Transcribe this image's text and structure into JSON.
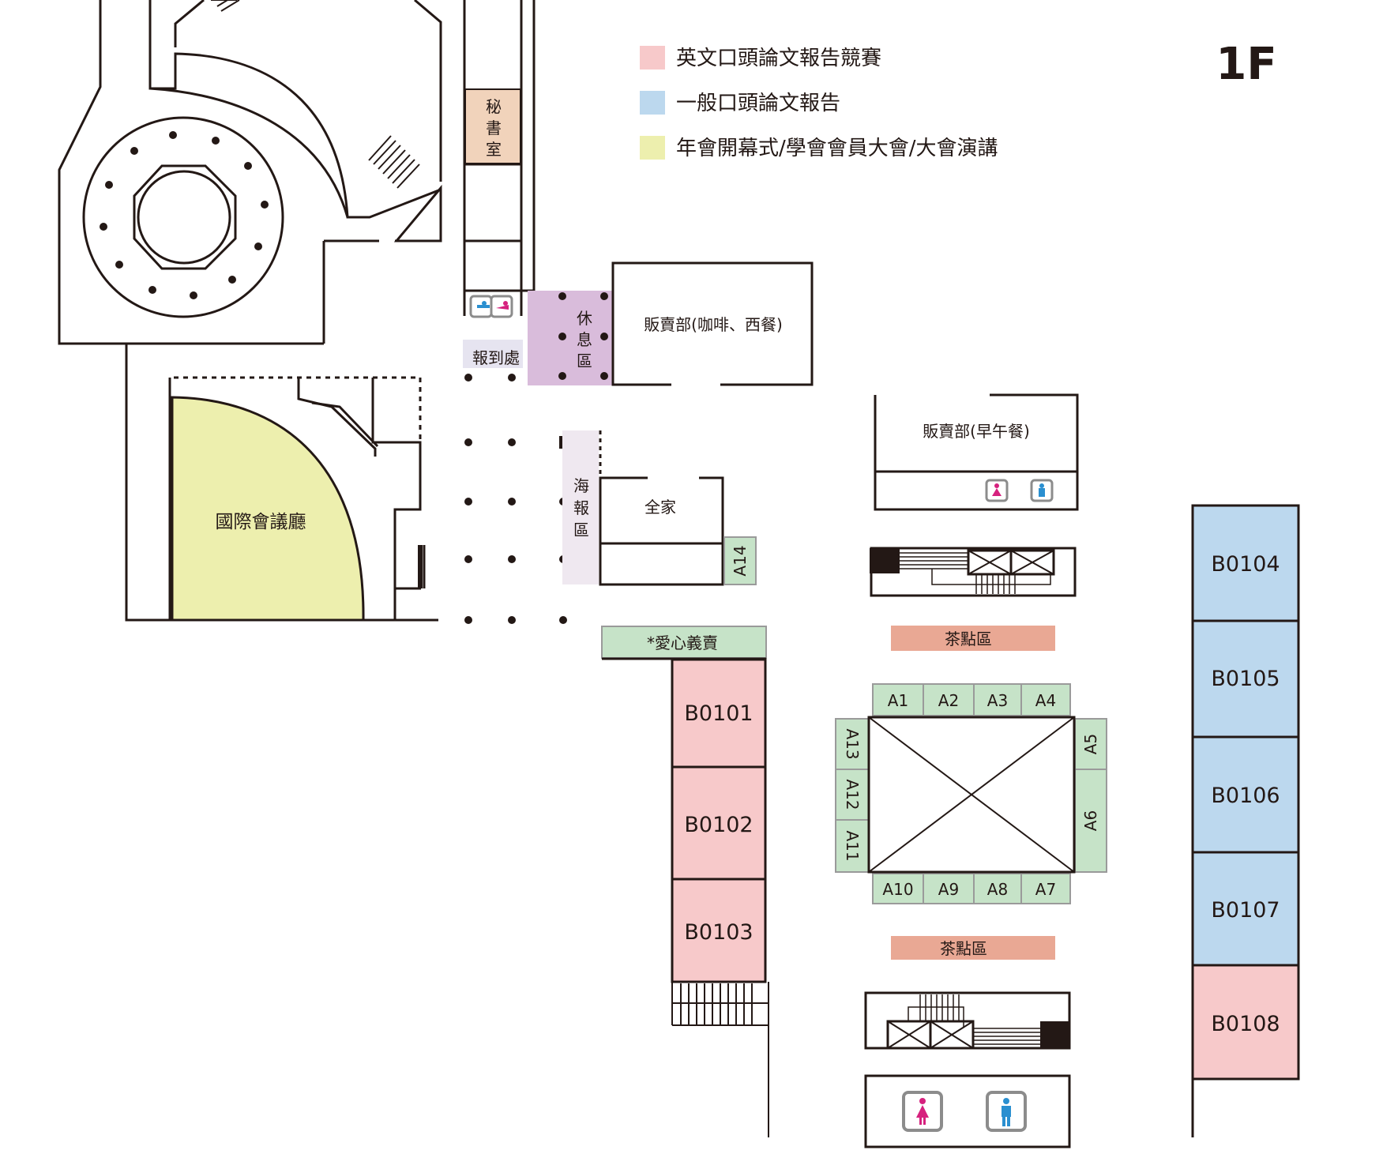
{
  "floor_label": "1F",
  "legend": [
    {
      "label": "英文口頭論文報告競賽",
      "color": "#f7c9ca"
    },
    {
      "label": "一般口頭論文報告",
      "color": "#bcd8ee"
    },
    {
      "label": "年會開幕式/學會會員大會/大會演講",
      "color": "#edefae"
    }
  ],
  "colors": {
    "hall": "#edefae",
    "secretariat": "#f1d3bb",
    "rest_area": "#d9bcdb",
    "poster_area": "#efe8f0",
    "booth": "#c6e3c8",
    "tea_area": "#e9a894",
    "english_room": "#f7c9ca",
    "general_room": "#bcd8ee",
    "checkin": "#e6e4f0"
  },
  "rooms": {
    "international_hall": "國際會議廳",
    "secretariat": [
      "秘",
      "書",
      "室"
    ],
    "checkin": "報到處",
    "rest_area": [
      "休",
      "息",
      "區"
    ],
    "shop_cafe": "販賣部(咖啡、西餐)",
    "shop_lunch": "販賣部(早午餐)",
    "poster_area": [
      "海",
      "報",
      "區"
    ],
    "family_mart": "全家",
    "charity_sale": "*愛心義賣",
    "tea_area_1": "茶點區",
    "tea_area_2": "茶點區"
  },
  "classrooms": {
    "b0101": "B0101",
    "b0102": "B0102",
    "b0103": "B0103",
    "b0104": "B0104",
    "b0105": "B0105",
    "b0106": "B0106",
    "b0107": "B0107",
    "b0108": "B0108"
  },
  "booths": {
    "a1": "A1",
    "a2": "A2",
    "a3": "A3",
    "a4": "A4",
    "a5": "A5",
    "a6": "A6",
    "a7": "A7",
    "a8": "A8",
    "a9": "A9",
    "a10": "A10",
    "a11": "A11",
    "a12": "A12",
    "a13": "A13",
    "a14": "A14"
  },
  "icons": [
    "female-restroom-icon",
    "male-restroom-icon",
    "stairs-icon",
    "elevator-icon"
  ]
}
